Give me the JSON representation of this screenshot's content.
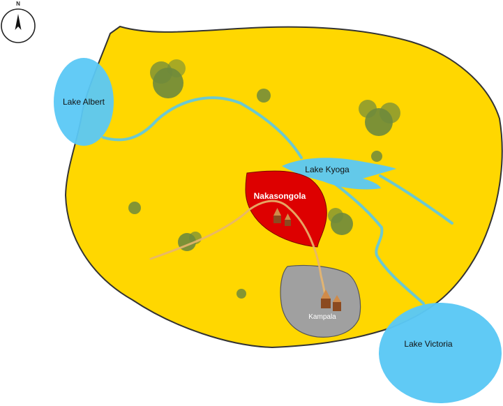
{
  "compass": {
    "letter": "N"
  },
  "labels": {
    "lake_albert": "Lake Albert",
    "lake_kyoga": "Lake Kyoga",
    "lake_victoria": "Lake Victoria",
    "nakasongola": "Nakasongola",
    "kampala": "Kampala"
  },
  "colors": {
    "country_fill": "#FFD700",
    "country_stroke": "#333333",
    "water": "#5BC8F5",
    "river": "#6CC8D0",
    "nakasongola_fill": "#DD0000",
    "kampala_fill": "#A0A0A0",
    "trees": "#6E8A3C",
    "road": "#E8B66E",
    "house": "#8B4A20"
  }
}
